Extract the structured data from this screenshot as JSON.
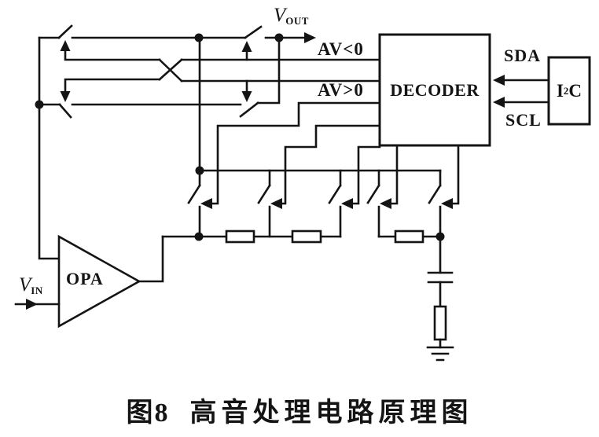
{
  "diagram": {
    "labels": {
      "vout_v": "V",
      "vout_sub": "OUT",
      "vin_v": "V",
      "vin_sub": "IN",
      "av_negative": "AV<0",
      "av_positive": "AV>0",
      "decoder": "DECODER",
      "sda": "SDA",
      "scl": "SCL",
      "i2c_i": "I",
      "i2c_sup": "2",
      "i2c_c": "C",
      "opa": "OPA"
    },
    "caption": {
      "figure": "图8",
      "title": "高音处理电路原理图"
    },
    "colors": {
      "ink": "#141414",
      "background": "#ffffff"
    }
  }
}
